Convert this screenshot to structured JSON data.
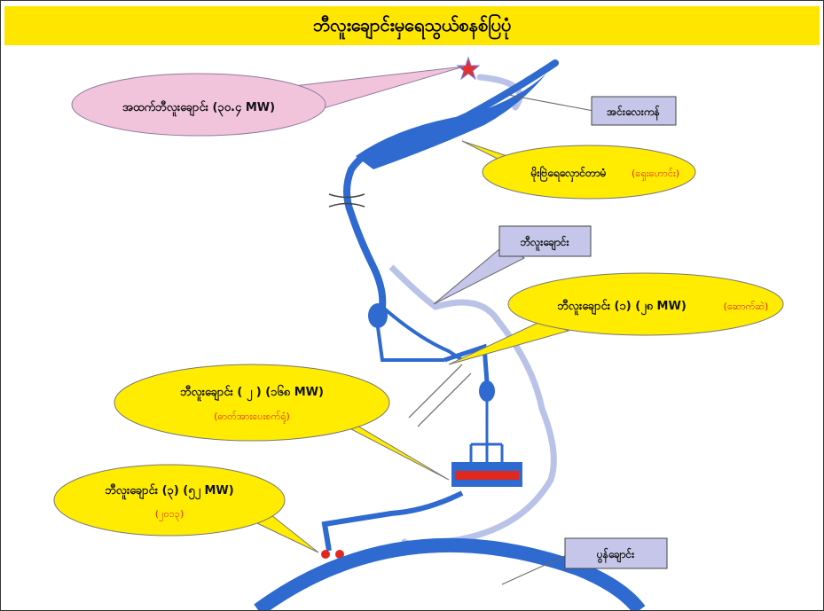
{
  "title": "ဘီလူးချောင်းမှရေသွယ်စနစ်ပြပုံ",
  "callouts": {
    "upper_plant": "အထက်ဘီလူးချောင်း (၃၀.၄ MW)",
    "reservoir_dam": "မိုးဗြဲရေလှောင်တာမံ",
    "reservoir_dam_note": "(ရှေးဟောင်း)",
    "plant1": "ဘီလူးချောင်း (၁) (၂၈ MW)",
    "plant1_note": "(ဆောက်ဆဲ)",
    "plant2": "ဘီလူးချောင်း ( ၂ ) (၁၆၈ MW)",
    "plant2_note": "(ဓာတ်အားပေးစက်ရုံ)",
    "plant3": "ဘီလူးချောင်း (၃) (၅၂ MW)",
    "plant3_note": "(၂၀၁၃)"
  },
  "boxes": {
    "inle": "အင်းလေးကန်",
    "baluchaung": "ဘီလူးချောင်း",
    "pon_creek": "ပွန်ချောင်း"
  },
  "colors": {
    "title_bg": "#ffe600",
    "river": "#2f6ad0",
    "river_light": "#b9c3e8",
    "callout_yellow": "#ffec00",
    "callout_pink": "#f2c4dc",
    "box_lilac": "#c6c6ea",
    "star": "#e03030"
  }
}
